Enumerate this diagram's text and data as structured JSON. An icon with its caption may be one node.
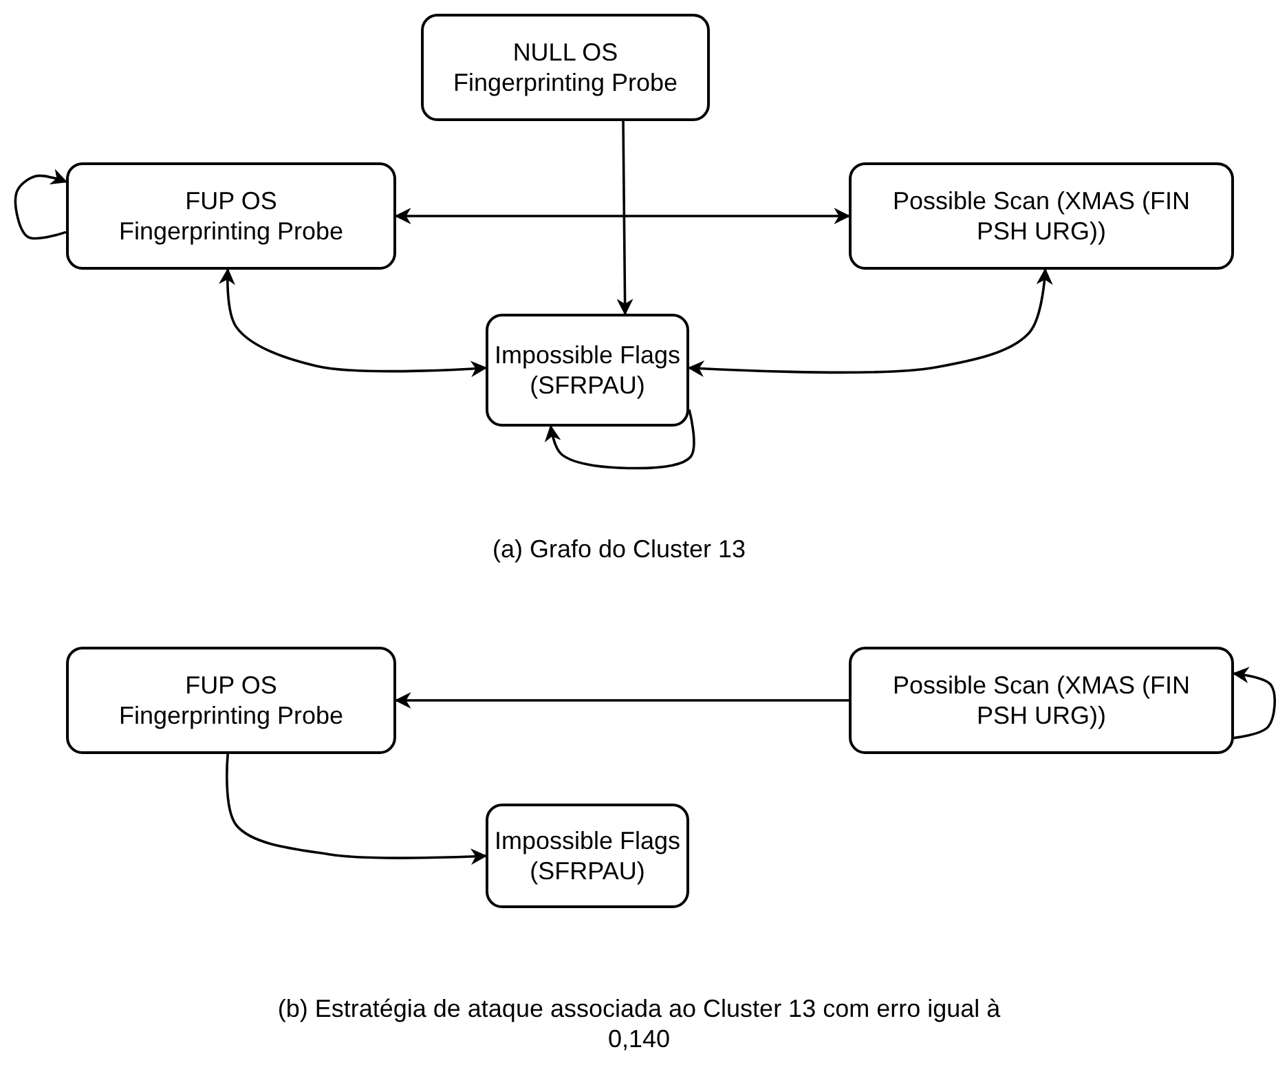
{
  "diagram": {
    "nodes": [
      {
        "text": [
          "NULL OS Fingerprinting Probe"
        ]
      },
      {
        "text": [
          "FUP OS Fingerprinting Probe"
        ]
      },
      {
        "text": [
          "Possible Scan (XMAS (FIN PSH URG))"
        ]
      },
      {
        "text": [
          "Impossible Flags (SFRPAU)"
        ]
      },
      {
        "text": [
          "FUP OS Fingerprinting Probe"
        ]
      },
      {
        "text": [
          "Possible Scan (XMAS (FIN PSH URG))"
        ]
      },
      {
        "text": [
          "Impossible Flags (SFRPAU)"
        ]
      }
    ],
    "edges": [
      {
        "from": 1,
        "to": 1,
        "arrow": "to"
      },
      {
        "from": 1,
        "to": 2,
        "arrow": "both"
      },
      {
        "from": 0,
        "to": 3,
        "arrow": "to"
      },
      {
        "from": 1,
        "to": 3,
        "arrow": "both"
      },
      {
        "from": 2,
        "to": 3,
        "arrow": "both"
      },
      {
        "from": 3,
        "to": 3,
        "arrow": "to"
      },
      {
        "from": 5,
        "to": 4,
        "arrow": "to"
      },
      {
        "from": 5,
        "to": 5,
        "arrow": "to"
      },
      {
        "from": 4,
        "to": 6,
        "arrow": "to"
      }
    ],
    "labels": [
      "(a) Grafo do Cluster 13",
      "(b) Estratégia de ataque associada ao Cluster 13 com erro igual à 0,140"
    ]
  }
}
